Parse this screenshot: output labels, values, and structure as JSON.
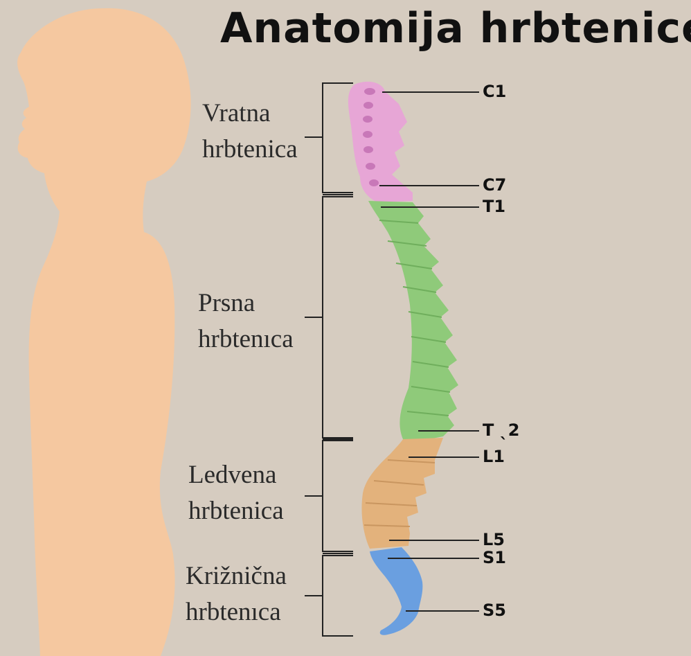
{
  "title": "Anatomija hrbtenice",
  "regions": [
    {
      "line1": "Vratna",
      "line2": "hrbtenica",
      "color": "#e7a6d6"
    },
    {
      "line1": "Prsna",
      "line2": "hrbtenıca",
      "color": "#8fca7a"
    },
    {
      "line1": "Ledvena",
      "line2": "hrbtenica",
      "color": "#e3b27c"
    },
    {
      "line1": "Križnična",
      "line2": "hrbtenıca",
      "color": "#6a9fe0"
    }
  ],
  "vertebra_labels": [
    "C1",
    "C7",
    "T1",
    "T ˎ2",
    "L1",
    "L5",
    "S1",
    "S5"
  ],
  "colors": {
    "background": "#d6ccc0",
    "silhouette": "#f5c8a0",
    "lines": "#222222"
  }
}
